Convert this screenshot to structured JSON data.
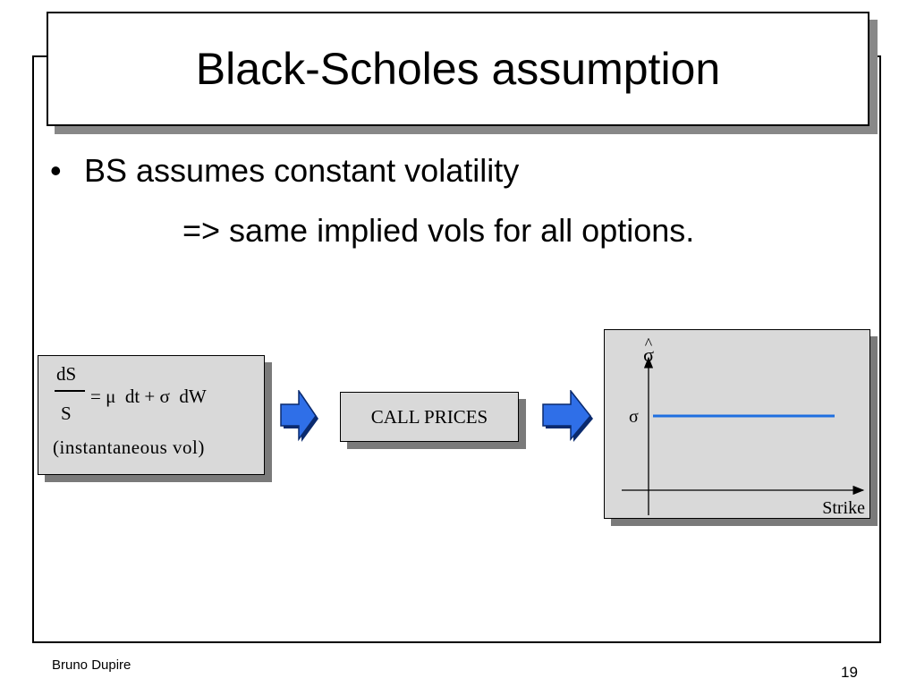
{
  "slide": {
    "title": "Black-Scholes assumption",
    "bullet_char": "•",
    "bullet_text": "BS assumes constant volatility",
    "sub_text": "=> same implied vols for all options."
  },
  "equation": {
    "numerator": "dS",
    "denominator": "S",
    "rhs": "= μ  dt + σ  dW",
    "note": "(instantaneous vol)"
  },
  "call_box": {
    "label": "CALL PRICES"
  },
  "chart": {
    "y_label": "σ",
    "y_label_hat": "^",
    "level_label": "σ",
    "x_label": "Strike",
    "line_color": "#1f6fe0"
  },
  "chart_data": {
    "type": "line",
    "x": [
      0,
      1
    ],
    "values": [
      1,
      1
    ],
    "xlabel": "Strike",
    "ylabel": "σ̂",
    "ylim": [
      0,
      2
    ]
  },
  "arrow_icons": [
    "right-arrow-icon",
    "right-arrow-icon"
  ],
  "colors": {
    "arrow": "#2f6fe8",
    "box": "#d9d9d9",
    "shadow": "#7a7a7a"
  },
  "footer": {
    "author": "Bruno Dupire",
    "page": "19"
  }
}
